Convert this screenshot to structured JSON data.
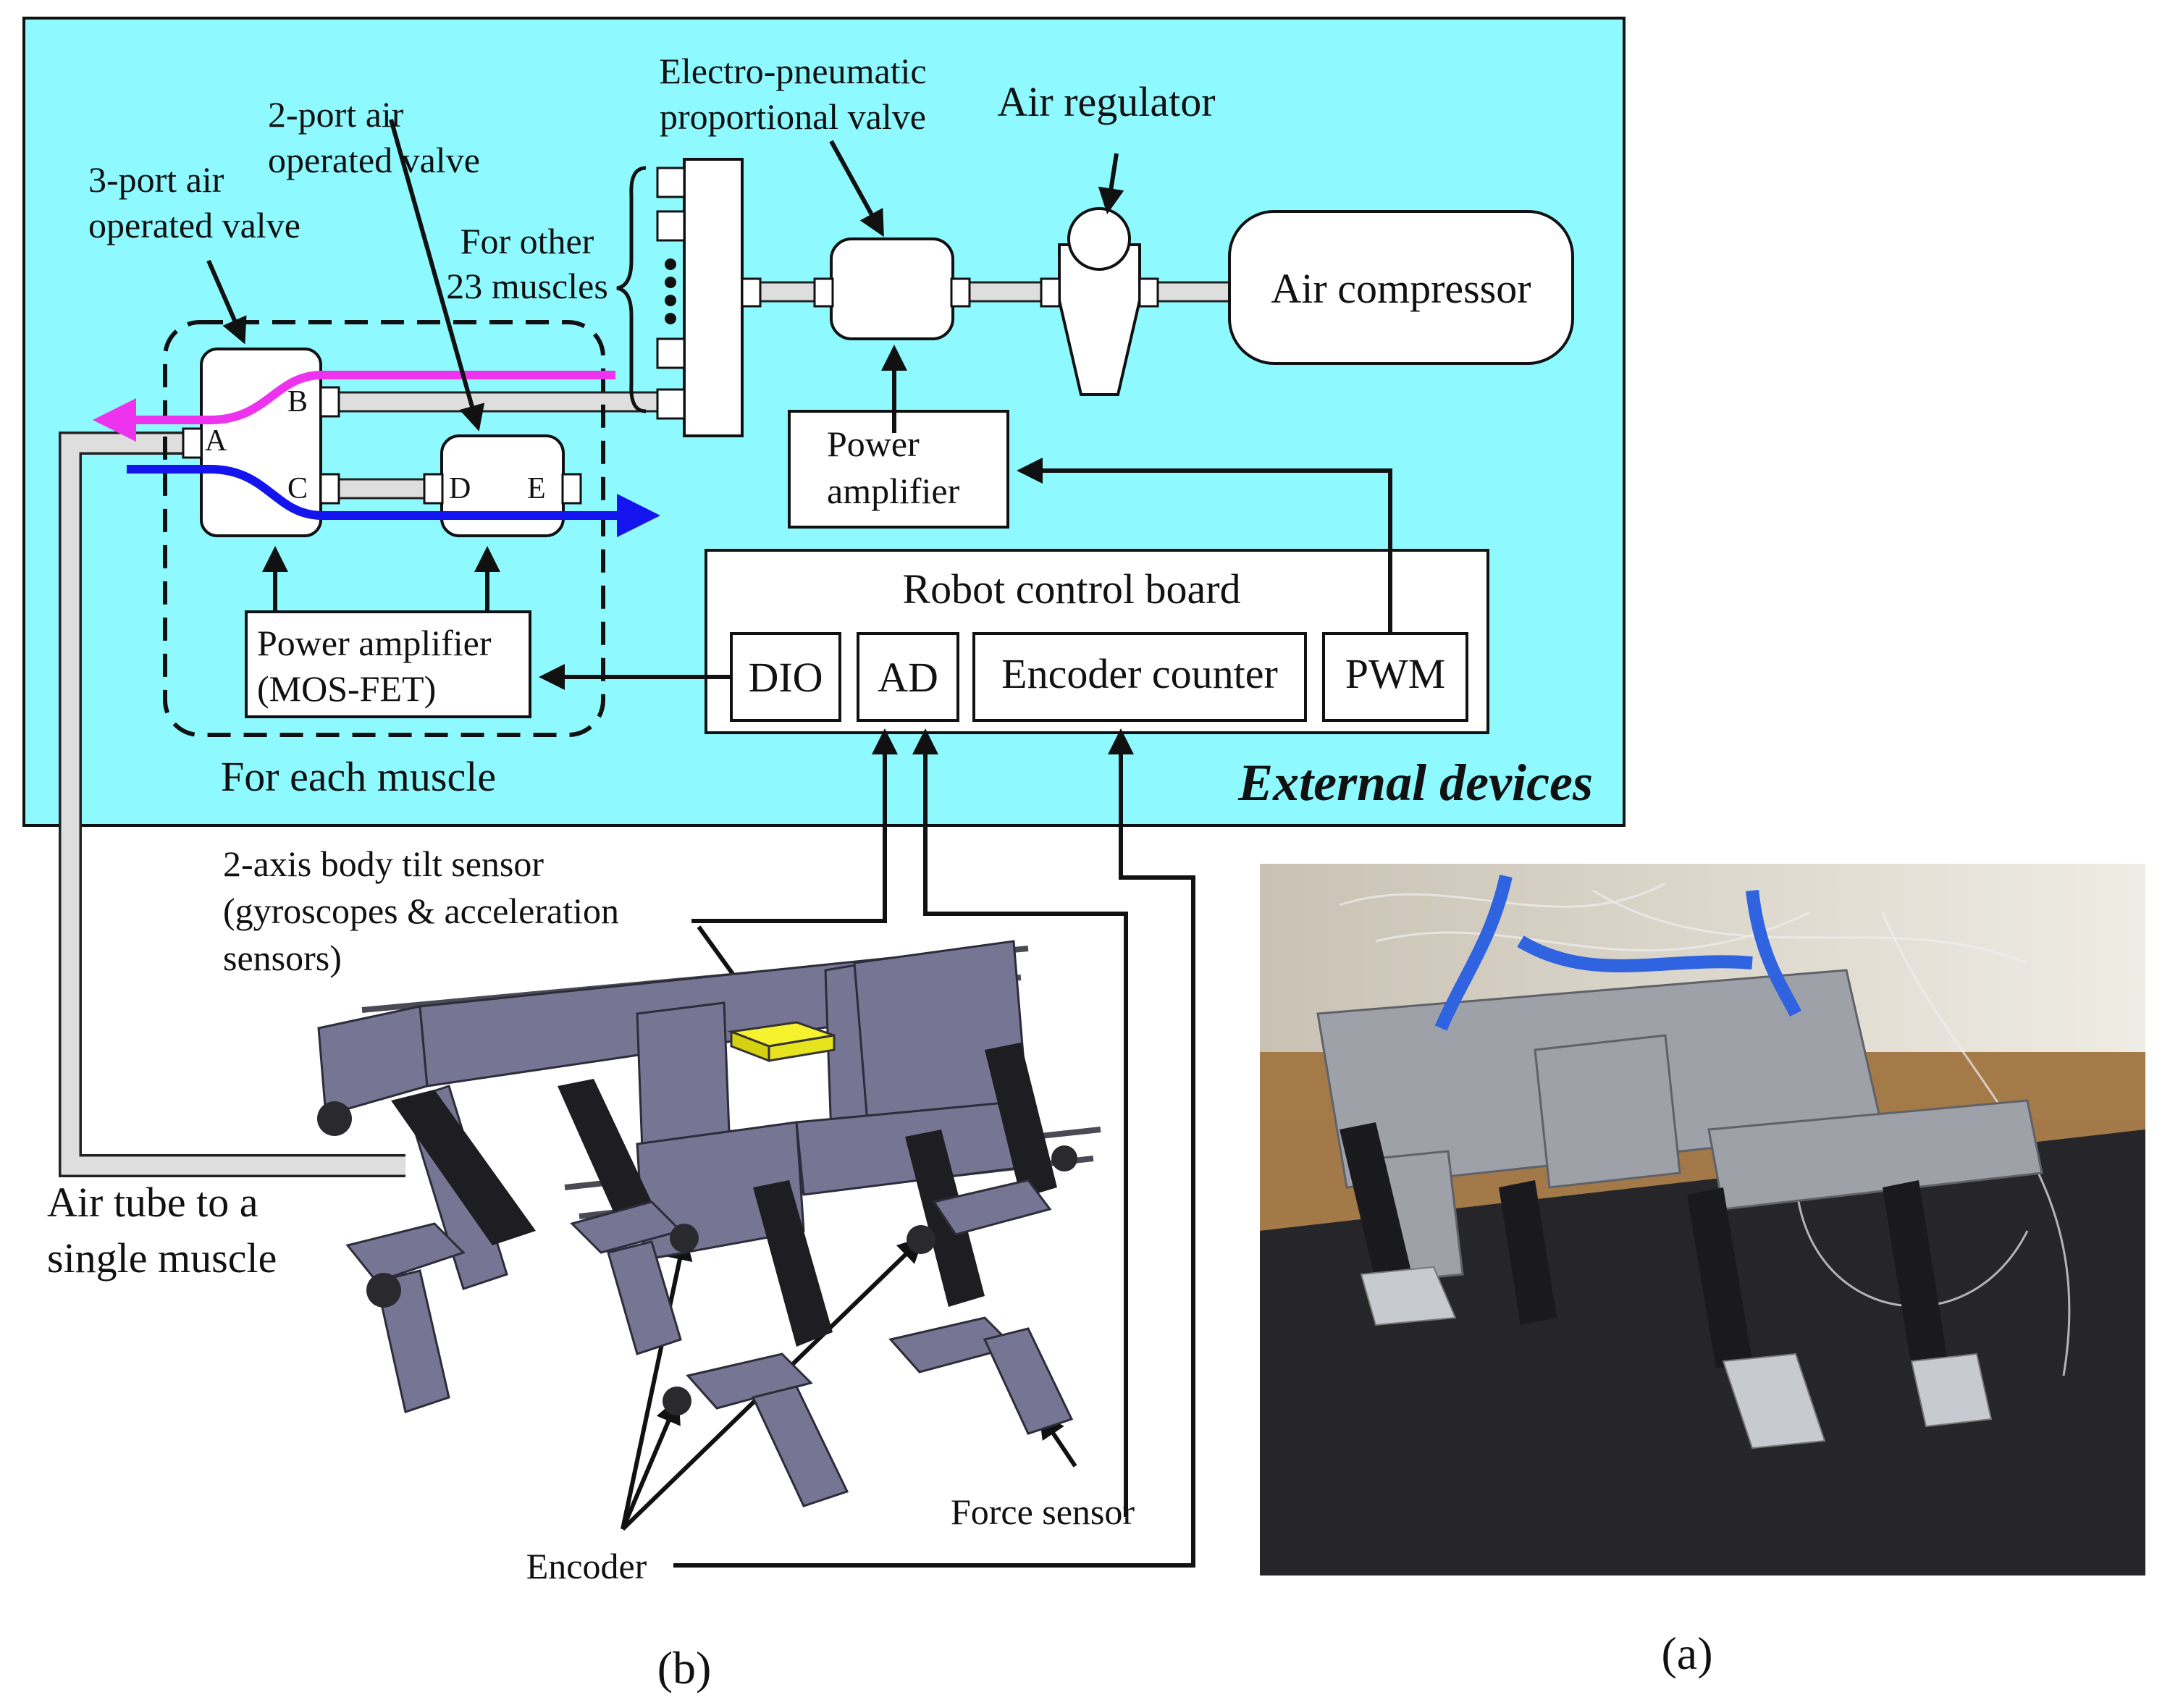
{
  "colors": {
    "panel": "#8efaff",
    "supply_flow": "#ee33ee",
    "exhaust_flow": "#1414ee",
    "tilt_sensor": "#f7f22e",
    "robot_body": "#767694"
  },
  "labels": {
    "three_port_valve": [
      "3-port air",
      "operated valve"
    ],
    "two_port_valve": [
      "2-port air",
      "operated valve"
    ],
    "ep_valve": [
      "Electro-pneumatic",
      "proportional valve"
    ],
    "air_regulator": "Air regulator",
    "air_compressor": "Air compressor",
    "other_muscles": [
      "For other",
      "23 muscles"
    ],
    "power_amp_ep": [
      "Power",
      "amplifier"
    ],
    "power_amp_mosfet": [
      "Power amplifier",
      "(MOS-FET)"
    ],
    "for_each_muscle": "For each muscle",
    "external_devices": "External devices",
    "robot_control_board": "Robot control board",
    "dio": "DIO",
    "ad": "AD",
    "encoder_counter": "Encoder counter",
    "pwm": "PWM",
    "tilt_sensor": [
      "2-axis body tilt sensor",
      " (gyroscopes & acceleration",
      "sensors)"
    ],
    "air_tube": [
      "Air tube to a",
      "single muscle"
    ],
    "encoder": "Encoder",
    "force_sensor": "Force sensor",
    "panel_b": "(b)",
    "panel_a": "(a)"
  },
  "ports": {
    "a": "A",
    "b": "B",
    "c": "C",
    "d": "D",
    "e": "E"
  }
}
